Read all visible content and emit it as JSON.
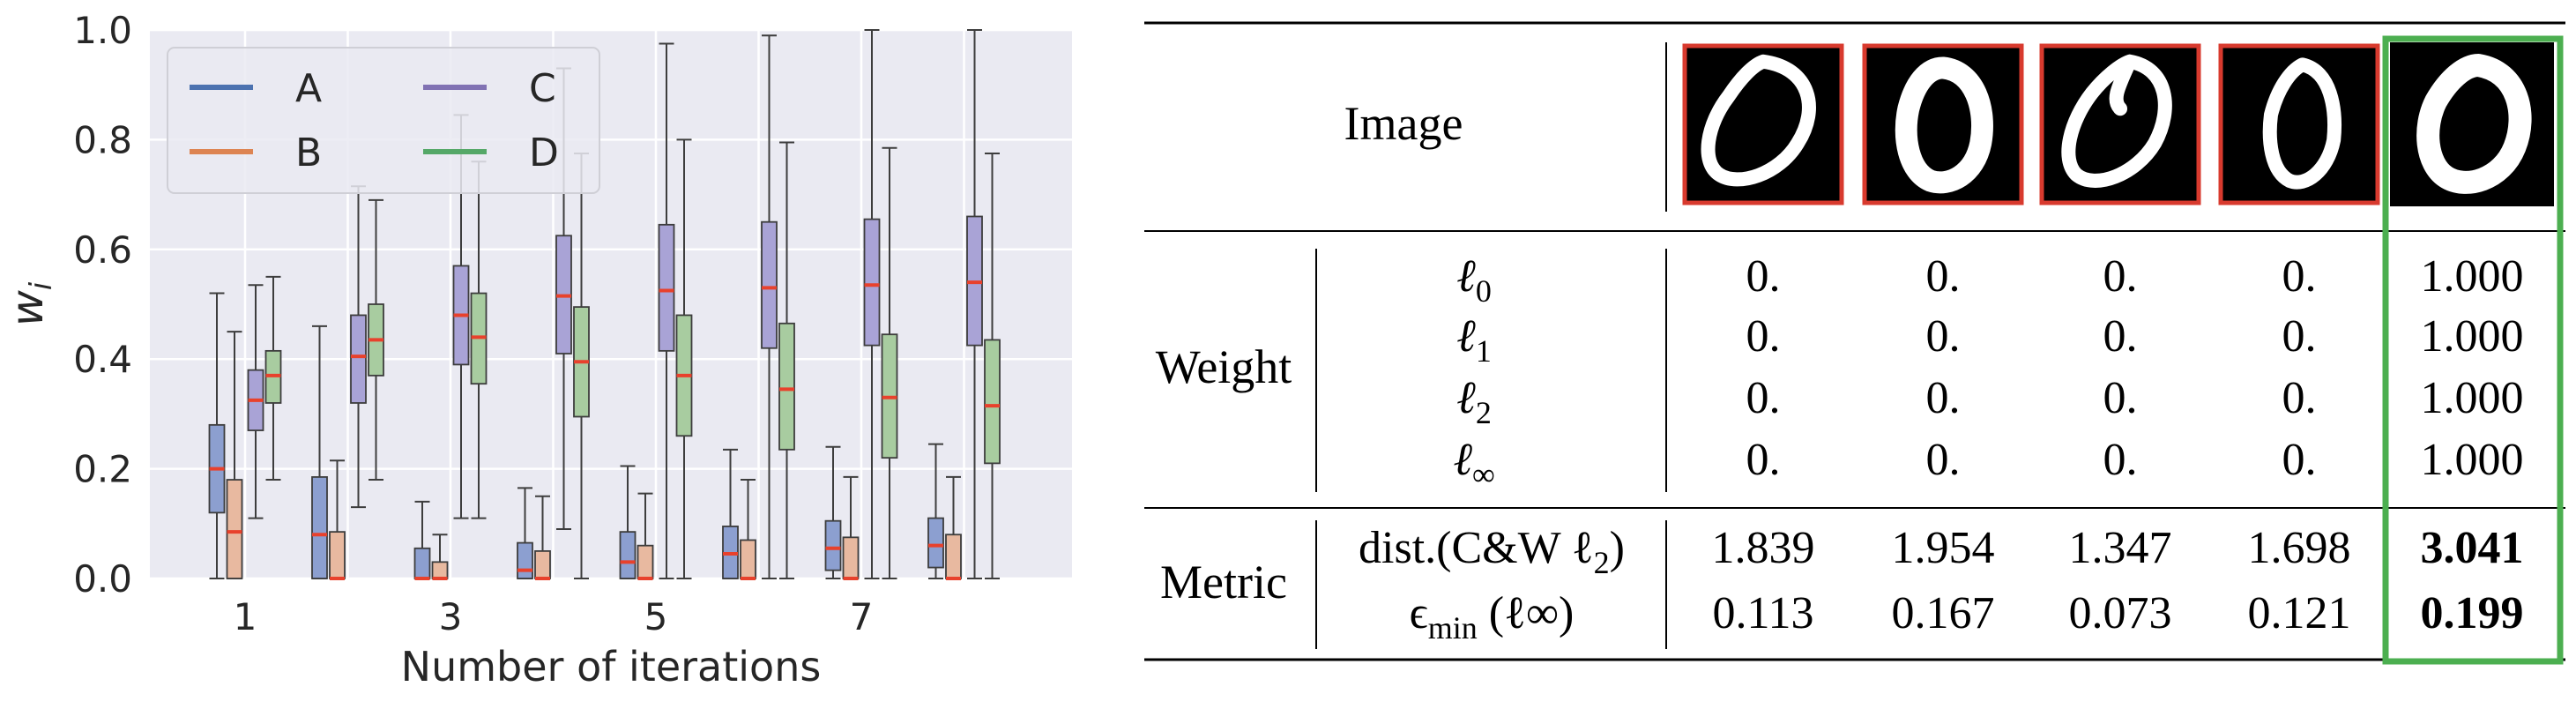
{
  "chart_data": {
    "type": "box",
    "categories": [
      "1",
      "2",
      "3",
      "4",
      "5",
      "6",
      "7",
      "8"
    ],
    "xticks": [
      "1",
      "3",
      "5",
      "7"
    ],
    "xlabel": "Number of iterations",
    "ylabel": "w",
    "ylabel_sub": "i",
    "ylim": [
      0,
      1.0
    ],
    "yticks": [
      "0.0",
      "0.2",
      "0.4",
      "0.6",
      "0.8",
      "1.0"
    ],
    "grid": true,
    "legend_position": "upper-left",
    "series": [
      {
        "name": "A",
        "color": "#8c9fd0",
        "stats": [
          {
            "whislo": 0.0,
            "q1": 0.12,
            "med": 0.2,
            "q3": 0.28,
            "whishi": 0.52
          },
          {
            "whislo": 0.0,
            "q1": 0.0,
            "med": 0.08,
            "q3": 0.185,
            "whishi": 0.46
          },
          {
            "whislo": 0.0,
            "q1": 0.0,
            "med": 0.0,
            "q3": 0.055,
            "whishi": 0.14
          },
          {
            "whislo": 0.0,
            "q1": 0.0,
            "med": 0.015,
            "q3": 0.065,
            "whishi": 0.165
          },
          {
            "whislo": 0.0,
            "q1": 0.0,
            "med": 0.03,
            "q3": 0.085,
            "whishi": 0.205
          },
          {
            "whislo": 0.0,
            "q1": 0.0,
            "med": 0.045,
            "q3": 0.095,
            "whishi": 0.235
          },
          {
            "whislo": 0.0,
            "q1": 0.015,
            "med": 0.055,
            "q3": 0.105,
            "whishi": 0.24
          },
          {
            "whislo": 0.0,
            "q1": 0.02,
            "med": 0.06,
            "q3": 0.11,
            "whishi": 0.245
          }
        ]
      },
      {
        "name": "B",
        "color": "#e8b9a0",
        "stats": [
          {
            "whislo": 0.0,
            "q1": 0.0,
            "med": 0.085,
            "q3": 0.18,
            "whishi": 0.45
          },
          {
            "whislo": 0.0,
            "q1": 0.0,
            "med": 0.0,
            "q3": 0.085,
            "whishi": 0.215
          },
          {
            "whislo": 0.0,
            "q1": 0.0,
            "med": 0.0,
            "q3": 0.03,
            "whishi": 0.08
          },
          {
            "whislo": 0.0,
            "q1": 0.0,
            "med": 0.0,
            "q3": 0.05,
            "whishi": 0.15
          },
          {
            "whislo": 0.0,
            "q1": 0.0,
            "med": 0.0,
            "q3": 0.06,
            "whishi": 0.155
          },
          {
            "whislo": 0.0,
            "q1": 0.0,
            "med": 0.0,
            "q3": 0.07,
            "whishi": 0.18
          },
          {
            "whislo": 0.0,
            "q1": 0.0,
            "med": 0.0,
            "q3": 0.075,
            "whishi": 0.185
          },
          {
            "whislo": 0.0,
            "q1": 0.0,
            "med": 0.0,
            "q3": 0.08,
            "whishi": 0.185
          }
        ]
      },
      {
        "name": "C",
        "color": "#a9a3d6",
        "stats": [
          {
            "whislo": 0.11,
            "q1": 0.27,
            "med": 0.325,
            "q3": 0.38,
            "whishi": 0.535
          },
          {
            "whislo": 0.13,
            "q1": 0.32,
            "med": 0.405,
            "q3": 0.48,
            "whishi": 0.715
          },
          {
            "whislo": 0.11,
            "q1": 0.39,
            "med": 0.48,
            "q3": 0.57,
            "whishi": 0.845
          },
          {
            "whislo": 0.09,
            "q1": 0.41,
            "med": 0.515,
            "q3": 0.625,
            "whishi": 0.93
          },
          {
            "whislo": 0.0,
            "q1": 0.415,
            "med": 0.525,
            "q3": 0.645,
            "whishi": 0.975
          },
          {
            "whislo": 0.0,
            "q1": 0.42,
            "med": 0.53,
            "q3": 0.65,
            "whishi": 0.99
          },
          {
            "whislo": 0.0,
            "q1": 0.425,
            "med": 0.535,
            "q3": 0.655,
            "whishi": 1.0
          },
          {
            "whislo": 0.0,
            "q1": 0.425,
            "med": 0.54,
            "q3": 0.66,
            "whishi": 1.0
          }
        ]
      },
      {
        "name": "D",
        "color": "#a8cca0",
        "stats": [
          {
            "whislo": 0.18,
            "q1": 0.32,
            "med": 0.37,
            "q3": 0.415,
            "whishi": 0.55
          },
          {
            "whislo": 0.18,
            "q1": 0.37,
            "med": 0.435,
            "q3": 0.5,
            "whishi": 0.69
          },
          {
            "whislo": 0.11,
            "q1": 0.355,
            "med": 0.44,
            "q3": 0.52,
            "whishi": 0.76
          },
          {
            "whislo": 0.0,
            "q1": 0.295,
            "med": 0.395,
            "q3": 0.495,
            "whishi": 0.775
          },
          {
            "whislo": 0.0,
            "q1": 0.26,
            "med": 0.37,
            "q3": 0.48,
            "whishi": 0.8
          },
          {
            "whislo": 0.0,
            "q1": 0.235,
            "med": 0.345,
            "q3": 0.465,
            "whishi": 0.795
          },
          {
            "whislo": 0.0,
            "q1": 0.22,
            "med": 0.33,
            "q3": 0.445,
            "whishi": 0.785
          },
          {
            "whislo": 0.0,
            "q1": 0.21,
            "med": 0.315,
            "q3": 0.435,
            "whishi": 0.775
          }
        ]
      }
    ]
  },
  "table": {
    "image_row_label": "Image",
    "weight_label": "Weight",
    "metric_label": "Metric",
    "norm_labels": [
      "ℓ0",
      "ℓ1",
      "ℓ2",
      "ℓ∞"
    ],
    "norm_base": "ℓ",
    "norm_subs": [
      "0",
      "1",
      "2",
      "∞"
    ],
    "weights": [
      [
        "0.",
        "0.",
        "0.",
        "0.",
        "1.000"
      ],
      [
        "0.",
        "0.",
        "0.",
        "0.",
        "1.000"
      ],
      [
        "0.",
        "0.",
        "0.",
        "0.",
        "1.000"
      ],
      [
        "0.",
        "0.",
        "0.",
        "0.",
        "1.000"
      ]
    ],
    "metric_rows": [
      {
        "label": "dist.(C&W ℓ2)",
        "label_pre": "dist.(C&W ℓ",
        "label_sub": "2",
        "label_post": ")",
        "values": [
          "1.839",
          "1.954",
          "1.347",
          "1.698",
          "3.041"
        ]
      },
      {
        "label": "ϵmin (ℓ∞)",
        "label_pre": "ϵ",
        "label_sub": "min",
        "label_post": " (ℓ∞)",
        "values": [
          "0.113",
          "0.167",
          "0.073",
          "0.121",
          "0.199"
        ]
      }
    ],
    "highlight_column": 4,
    "image_border_colors": [
      "#d83a2e",
      "#d83a2e",
      "#d83a2e",
      "#d83a2e",
      "#4caf50"
    ]
  }
}
